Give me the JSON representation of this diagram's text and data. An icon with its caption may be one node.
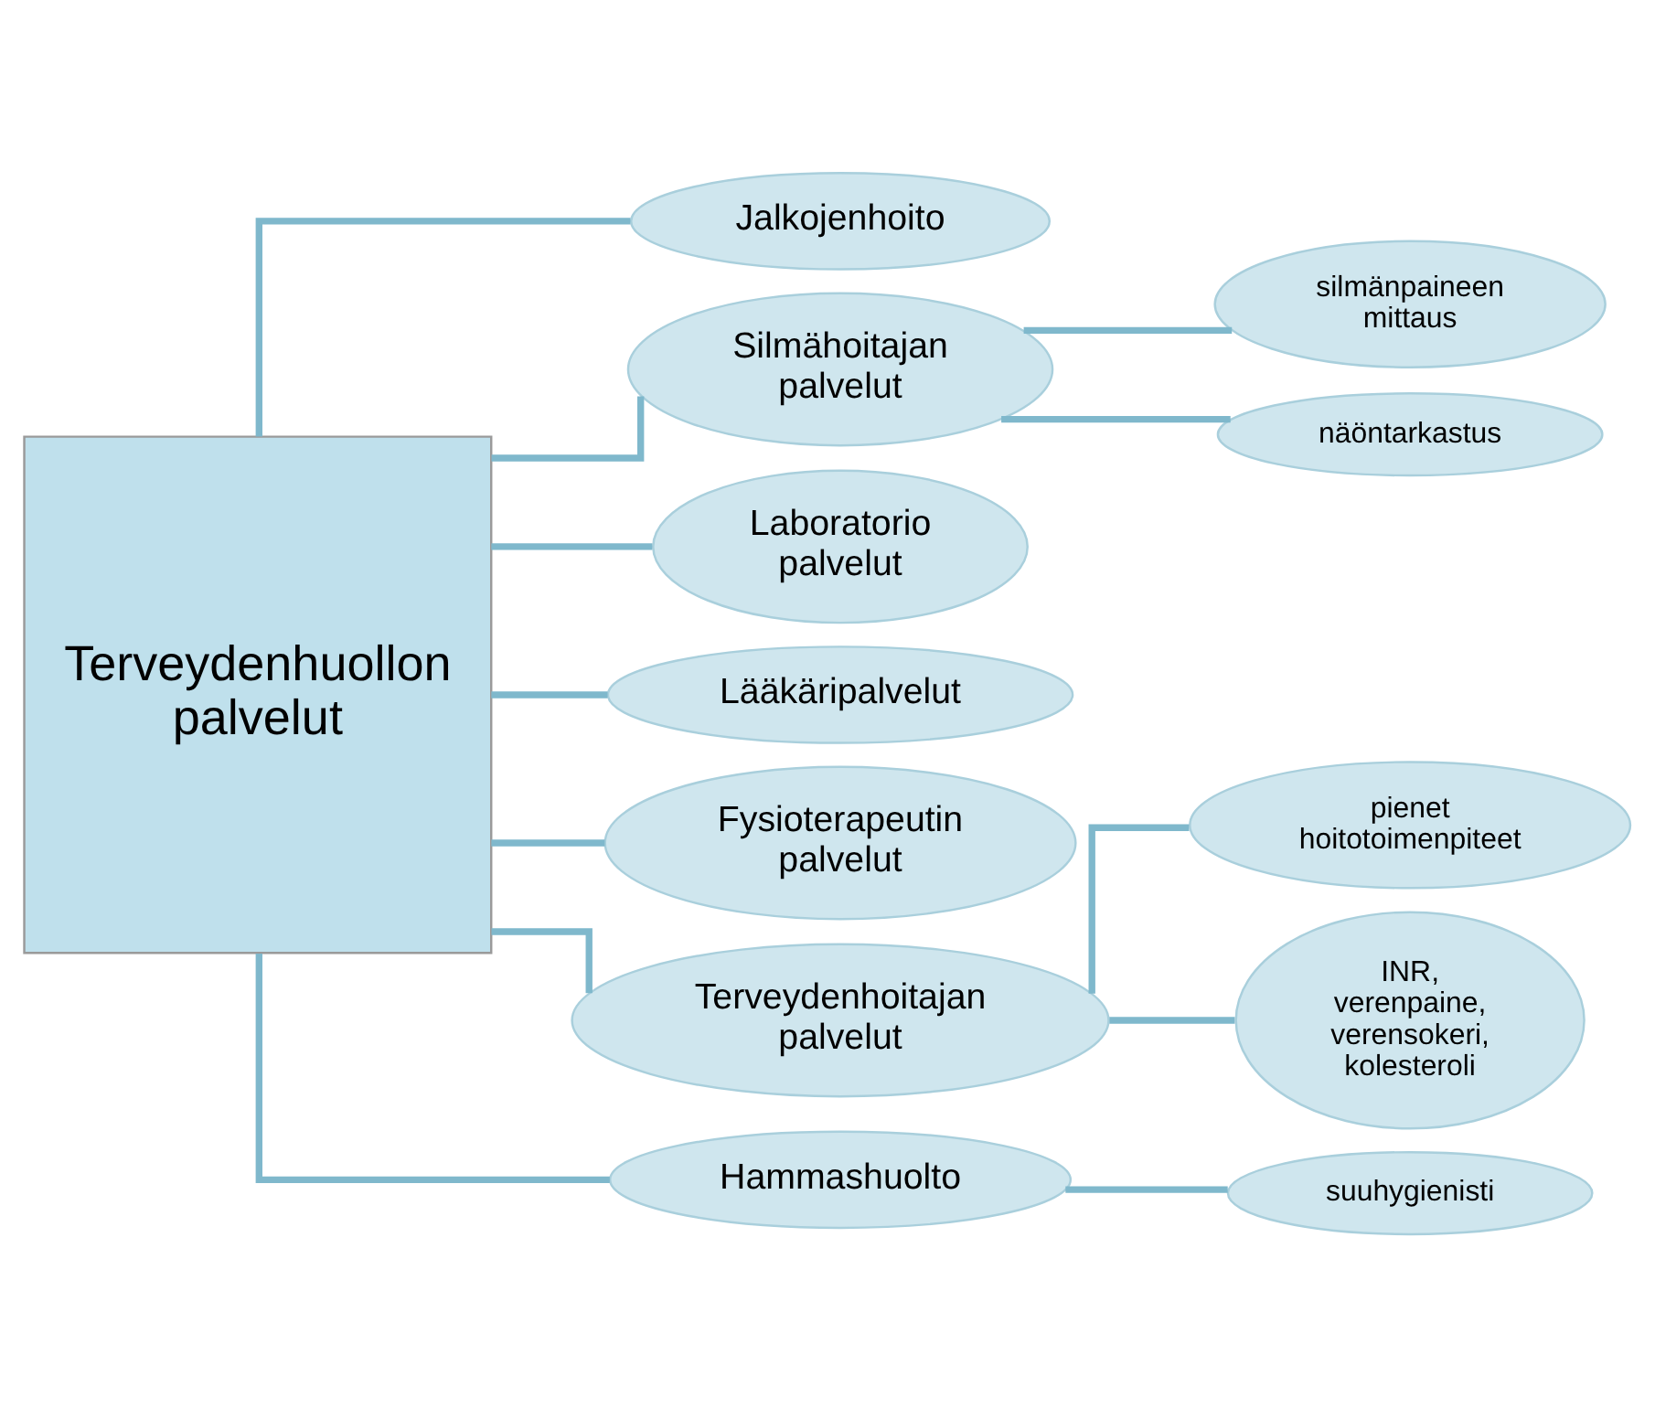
{
  "diagram": {
    "nodes": [
      {
        "text": [
          "Terveydenhuollon palvelut"
        ]
      },
      {
        "text": [
          "Jalkojenhoito"
        ]
      },
      {
        "text": [
          "Silmähoitajan palvelut"
        ]
      },
      {
        "text": [
          "silmänpaineen mittaus"
        ]
      },
      {
        "text": [
          "näöntarkastus"
        ]
      },
      {
        "text": [
          "Laboratorio palvelut"
        ]
      },
      {
        "text": [
          "Lääkäripalvelut"
        ]
      },
      {
        "text": [
          "Fysioterapeutin palvelut"
        ]
      },
      {
        "text": [
          "Terveydenhoitajan palvelut"
        ]
      },
      {
        "text": [
          "pienet hoitotoimenpiteet"
        ]
      },
      {
        "text": [
          "INR, verenpaine, verensokeri, kolesteroli"
        ]
      },
      {
        "text": [
          "Hammashuolto"
        ]
      },
      {
        "text": [
          "suuhygienisti"
        ]
      }
    ],
    "edges": [
      {
        "from": 0,
        "to": 1,
        "arrow": "none"
      },
      {
        "from": 0,
        "to": 2,
        "arrow": "none"
      },
      {
        "from": 2,
        "to": 3,
        "arrow": "none"
      },
      {
        "from": 2,
        "to": 4,
        "arrow": "none"
      },
      {
        "from": 0,
        "to": 5,
        "arrow": "none"
      },
      {
        "from": 0,
        "to": 6,
        "arrow": "none"
      },
      {
        "from": 0,
        "to": 7,
        "arrow": "none"
      },
      {
        "from": 0,
        "to": 8,
        "arrow": "none"
      },
      {
        "from": 8,
        "to": 9,
        "arrow": "none"
      },
      {
        "from": 8,
        "to": 10,
        "arrow": "none"
      },
      {
        "from": 0,
        "to": 11,
        "arrow": "none"
      },
      {
        "from": 11,
        "to": 12,
        "arrow": "none"
      }
    ]
  }
}
